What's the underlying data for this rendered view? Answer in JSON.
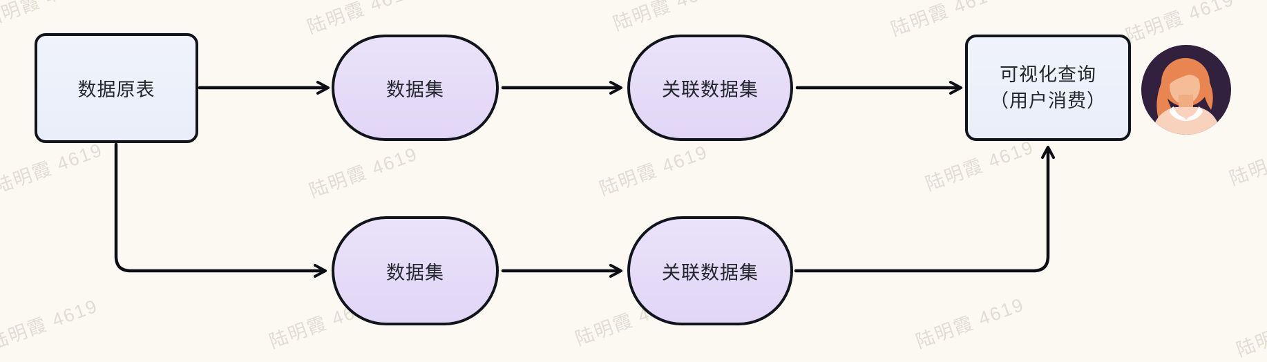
{
  "diagram": {
    "nodes": {
      "source_table": {
        "label": "数据原表"
      },
      "dataset_top": {
        "label": "数据集"
      },
      "linked_dataset_top": {
        "label": "关联数据集"
      },
      "visual_query": {
        "line1": "可视化查询",
        "line2": "（用户消费）"
      },
      "dataset_bottom": {
        "label": "数据集"
      },
      "linked_dataset_bottom": {
        "label": "关联数据集"
      }
    },
    "icons": {
      "user_avatar": "female-user-avatar"
    },
    "watermark": {
      "text": "陆明霞 4619",
      "positions": [
        [
          -25,
          9
        ],
        [
          445,
          19
        ],
        [
          888,
          14
        ],
        [
          1290,
          22
        ],
        [
          1630,
          32
        ],
        [
          -8,
          250
        ],
        [
          448,
          256
        ],
        [
          868,
          253
        ],
        [
          1340,
          246
        ],
        [
          1780,
          238
        ],
        [
          -15,
          476
        ],
        [
          390,
          474
        ],
        [
          833,
          470
        ],
        [
          1326,
          474
        ],
        [
          1790,
          486
        ]
      ]
    },
    "colors": {
      "background": "#fbf9f2",
      "node_border": "#11141b",
      "rect_node_fill": "#edf1fa",
      "pill_node_fill": "#e6ddf8",
      "connector": "#0c0e13",
      "node_text": "#23262d",
      "watermark_text": "#c8c1b3",
      "avatar_background": "#31203e",
      "avatar_hair": "#e98551",
      "avatar_skin": "#f4bd98",
      "avatar_shirt": "#f9d2bd",
      "avatar_collar": "#ffffff"
    }
  }
}
